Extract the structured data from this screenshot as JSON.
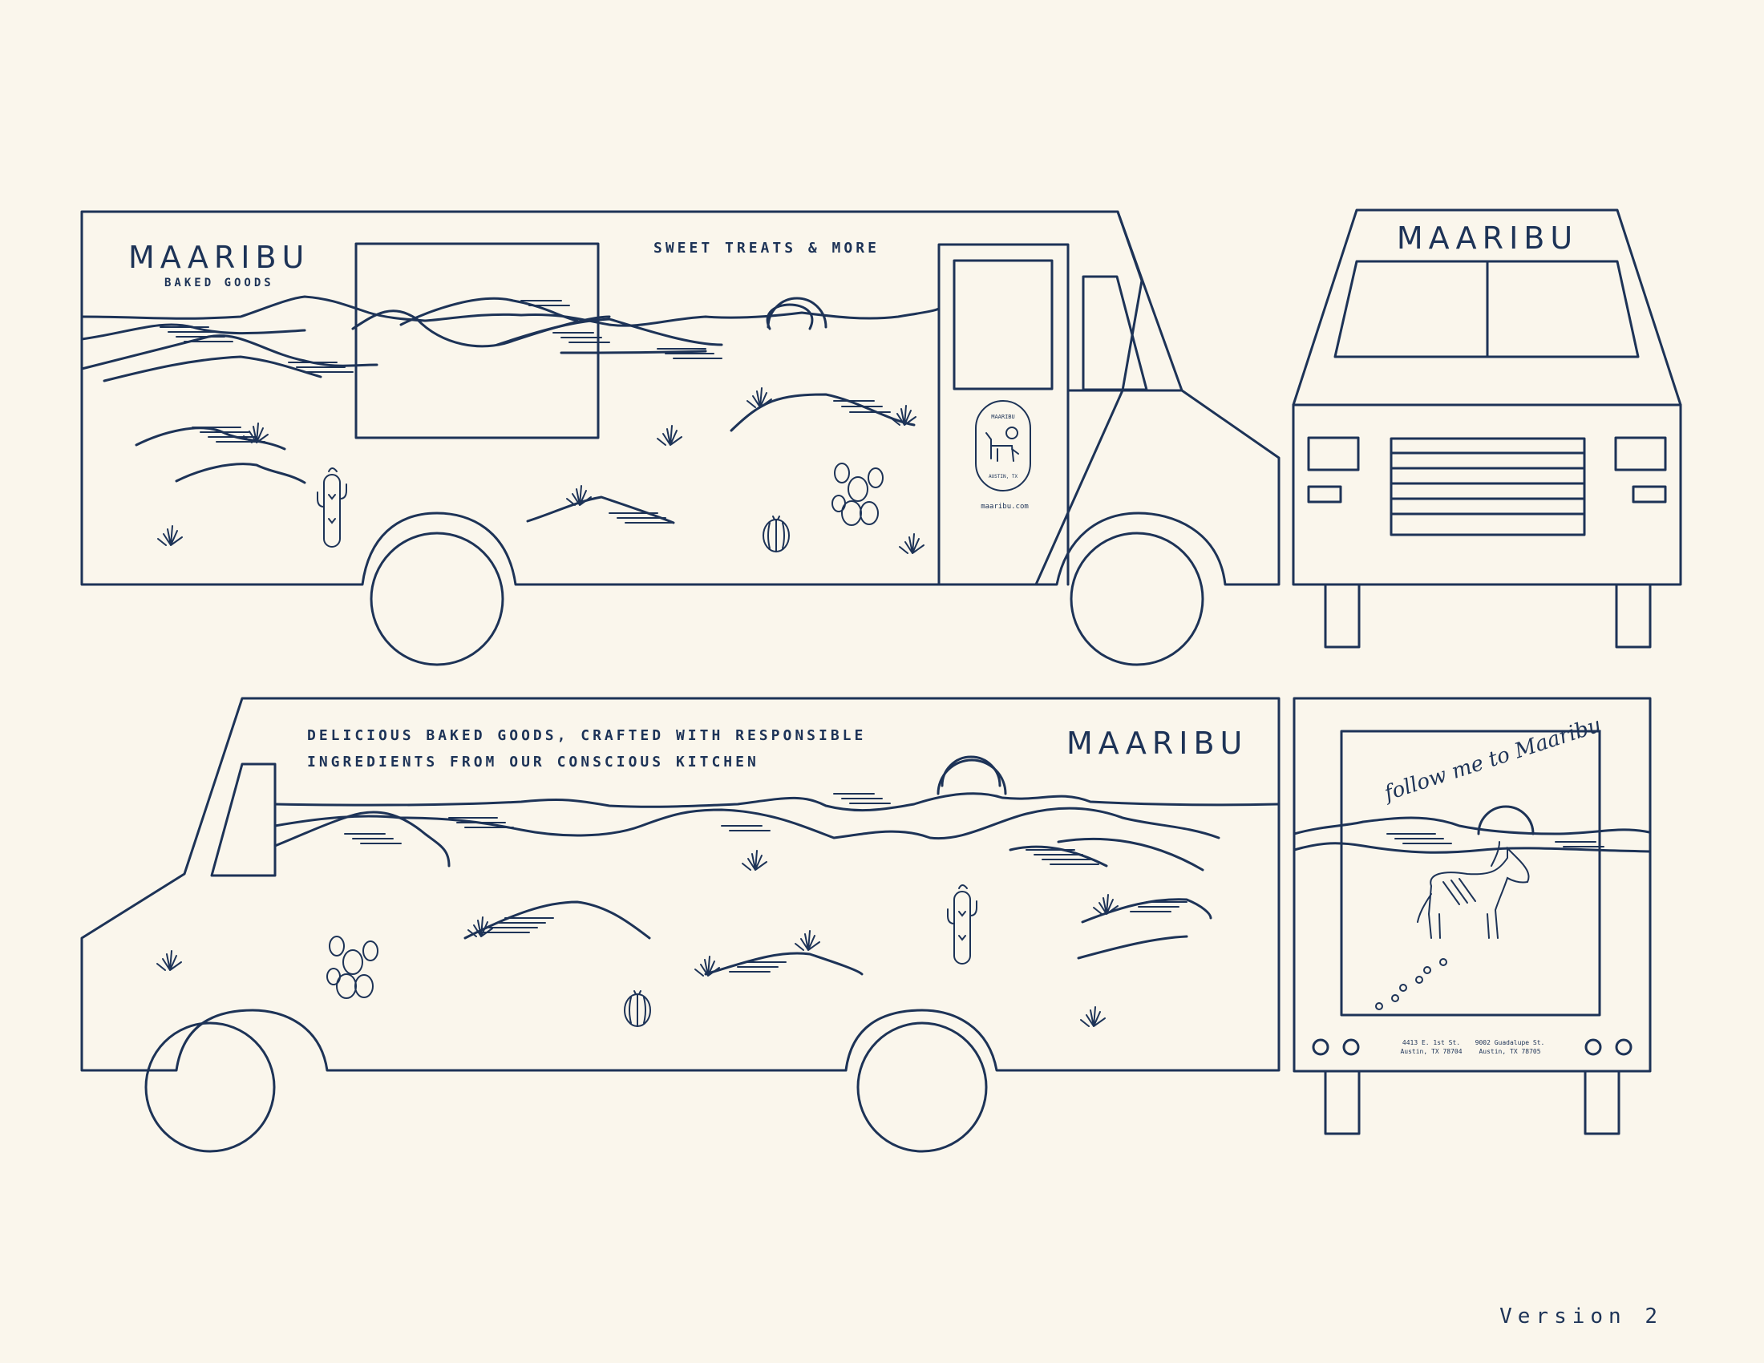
{
  "side_top": {
    "brand": "MAARIBU",
    "subtitle": "BAKED GOODS",
    "tagline": "SWEET TREATS & MORE",
    "door_sticker": {
      "brand": "MAARIBU",
      "city": "AUSTIN, TX",
      "url": "maaribu.com"
    }
  },
  "front": {
    "brand": "MAARIBU"
  },
  "side_bottom": {
    "tagline_line1": "DELICIOUS BAKED GOODS, CRAFTED WITH RESPONSIBLE",
    "tagline_line2": "INGREDIENTS FROM OUR CONSCIOUS KITCHEN",
    "brand": "MAARIBU"
  },
  "rear": {
    "script": "follow me to Maaribu",
    "location1_line1": "4413 E. 1st St.",
    "location1_line2": "Austin, TX 78704",
    "location2_line1": "9002 Guadalupe St.",
    "location2_line2": "Austin, TX 78705"
  },
  "footer": {
    "version": "Version 2"
  },
  "colors": {
    "ink": "#1d3357",
    "paper": "#faf6ec"
  }
}
